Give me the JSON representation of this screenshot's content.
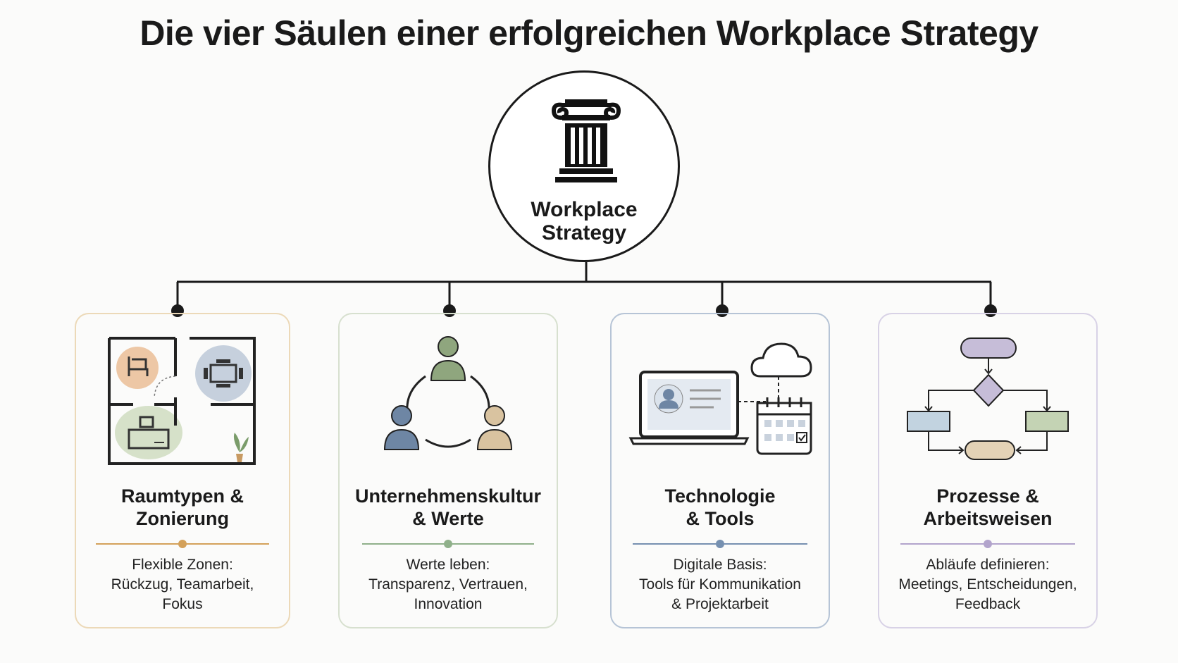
{
  "title": "Die vier Säulen einer erfolgreichen Workplace Strategy",
  "hub": {
    "label_line1": "Workplace",
    "label_line2": "Strategy",
    "icon": "pillar-icon"
  },
  "pillars": [
    {
      "title_line1": "Raumtypen &",
      "title_line2": "Zonierung",
      "desc_line1": "Flexible Zonen:",
      "desc_line2": "Rückzug, Teamarbeit,",
      "desc_line3": "Fokus",
      "accent": "#d4a15a",
      "border": "#ecd9b8",
      "icon": "floor-plan-icon"
    },
    {
      "title_line1": "Unternehmenskultur",
      "title_line2": "& Werte",
      "desc_line1": "Werte leben:",
      "desc_line2": "Transparenz, Vertrauen,",
      "desc_line3": "Innovation",
      "accent": "#8fb08a",
      "border": "#d7e0cf",
      "icon": "people-circle-icon"
    },
    {
      "title_line1": "Technologie",
      "title_line2": "& Tools",
      "desc_line1": "Digitale Basis:",
      "desc_line2": "Tools für Kommunikation",
      "desc_line3": "& Projektarbeit",
      "accent": "#7690b0",
      "border": "#b6c4d6",
      "icon": "laptop-cloud-calendar-icon"
    },
    {
      "title_line1": "Prozesse &",
      "title_line2": "Arbeitsweisen",
      "desc_line1": "Abläufe definieren:",
      "desc_line2": "Meetings, Entscheidungen,",
      "desc_line3": "Feedback",
      "accent": "#b2a4cc",
      "border": "#d8d2e6",
      "icon": "flowchart-icon"
    }
  ]
}
